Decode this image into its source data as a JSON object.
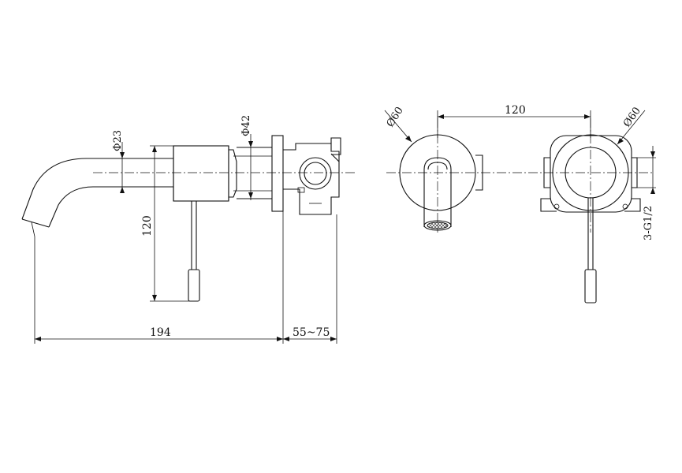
{
  "dimensions": {
    "spout_dia": "Φ23",
    "body_dia": "Φ42",
    "handle_height": "120",
    "total_length": "194",
    "wall_depth": "55~75",
    "center_distance": "120",
    "plate_dia_left": "Ø60",
    "plate_dia_right": "Ø60",
    "inlet_thread": "3-G1/2"
  },
  "colors": {
    "line": "#111111",
    "background": "#ffffff"
  }
}
